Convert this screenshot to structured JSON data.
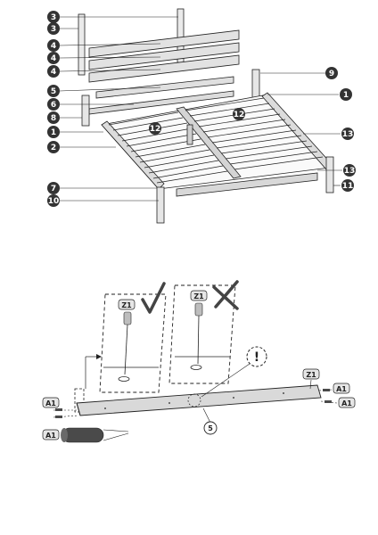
{
  "diagram_top": {
    "callouts": [
      {
        "id": "c3a",
        "label": "3"
      },
      {
        "id": "c3b",
        "label": "3"
      },
      {
        "id": "c4a",
        "label": "4"
      },
      {
        "id": "c4b",
        "label": "4"
      },
      {
        "id": "c4c",
        "label": "4"
      },
      {
        "id": "c5",
        "label": "5"
      },
      {
        "id": "c6",
        "label": "6"
      },
      {
        "id": "c8",
        "label": "8"
      },
      {
        "id": "c1a",
        "label": "1"
      },
      {
        "id": "c2",
        "label": "2"
      },
      {
        "id": "c7",
        "label": "7"
      },
      {
        "id": "c10",
        "label": "10"
      },
      {
        "id": "c9",
        "label": "9"
      },
      {
        "id": "c1b",
        "label": "1"
      },
      {
        "id": "c13a",
        "label": "13"
      },
      {
        "id": "c13b",
        "label": "13"
      },
      {
        "id": "c11",
        "label": "11"
      },
      {
        "id": "c12a",
        "label": "12"
      },
      {
        "id": "c12b",
        "label": "12"
      }
    ]
  },
  "diagram_bottom": {
    "part_z1_left": "Z1",
    "part_z1_right": "Z1",
    "part_z1_rail": "Z1",
    "part_a1_left": "A1",
    "part_a1_right_top": "A1",
    "part_a1_right_bottom": "A1",
    "part_a1_dowel": "A1",
    "rail_number": "5",
    "warning_symbol": "!",
    "check_icon": "checkmark-icon",
    "cross_icon": "cross-icon",
    "colors": {
      "ink": "#222222",
      "rail": "#d9d9d9",
      "badge": "#e6e6e6",
      "dowel": "#4a4a4a"
    }
  }
}
